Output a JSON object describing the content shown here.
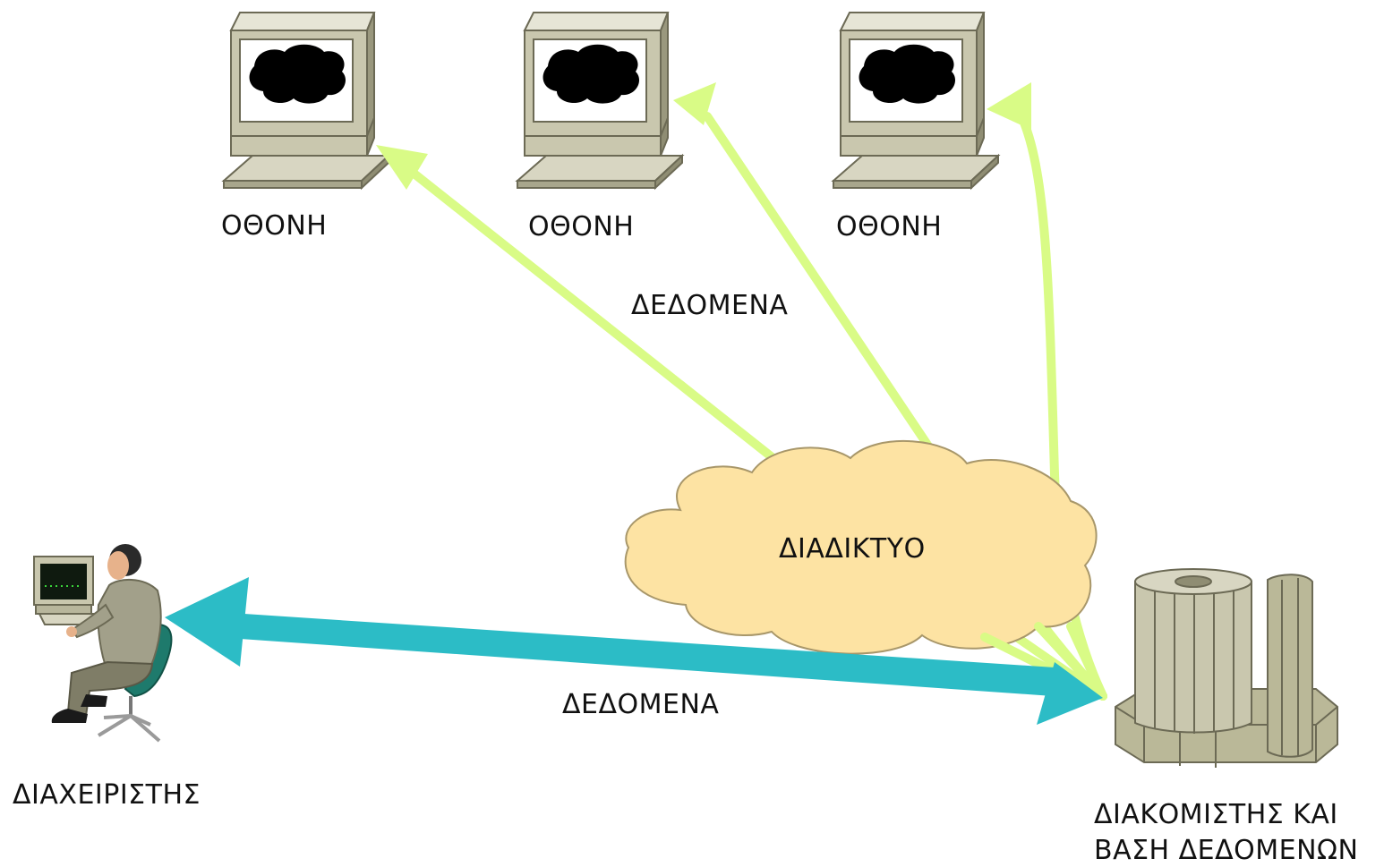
{
  "screens": [
    {
      "label": "ΟΘΟΝΗ"
    },
    {
      "label": "ΟΘΟΝΗ"
    },
    {
      "label": "ΟΘΟΝΗ"
    }
  ],
  "internet": {
    "label": "ΔΙΑΔΙΚΤΥΟ"
  },
  "data_label_upper": "ΔΕΔΟΜΕΝΑ",
  "data_label_lower": "ΔΕΔΟΜΕΝΑ",
  "administrator": {
    "label": "ΔΙΑΧΕΙΡΙΣΤΗΣ"
  },
  "server": {
    "label_line1": "ΔΙΑΚΟΜΙΣΤΗΣ ΚΑΙ",
    "label_line2": "ΒΑΣΗ ΔΕΔΟΜΕΝΩΝ"
  },
  "colors": {
    "screen_arrow": "#d9fb86",
    "admin_arrow": "#2cbcc6",
    "cloud_fill": "#fde3a3",
    "device_beige": "#c9c7ae",
    "server_gray": "#9e9c80"
  }
}
